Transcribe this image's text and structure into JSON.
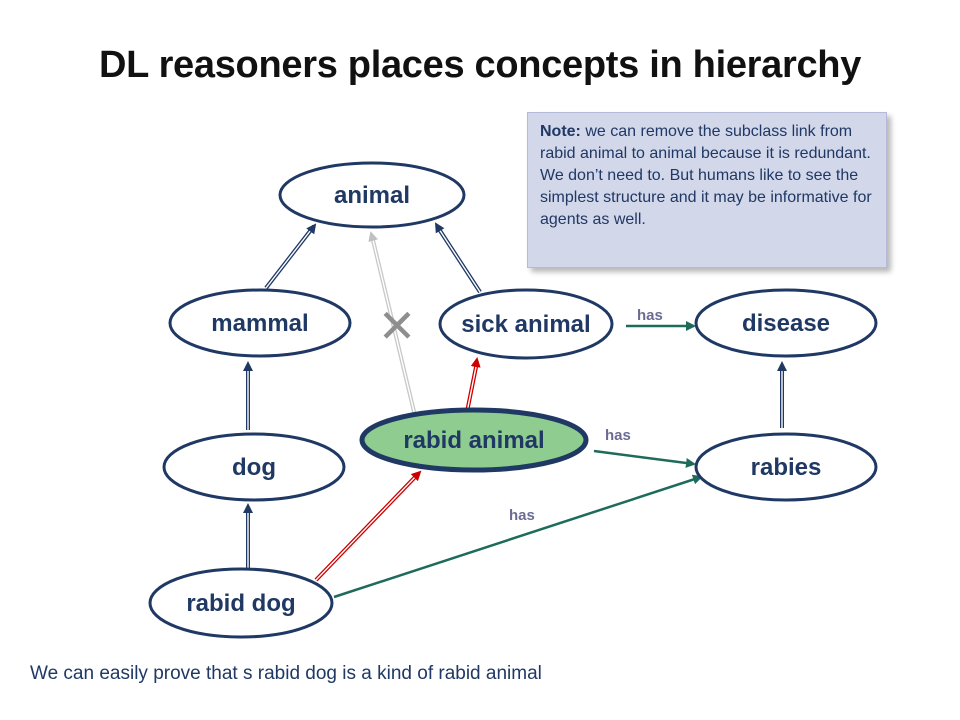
{
  "title": "DL reasoners places concepts in hierarchy",
  "note": {
    "label": "Note:",
    "text": "we can remove the subclass link from rabid animal to animal because it is redundant.  We don’t need to.  But humans like to see the simplest structure and it may be informative for agents as well."
  },
  "nodes": {
    "animal": "animal",
    "mammal": "mammal",
    "sick_animal": "sick animal",
    "disease": "disease",
    "rabid_animal": "rabid animal",
    "dog": "dog",
    "rabies": "rabies",
    "rabid_dog": "rabid dog"
  },
  "edge_labels": {
    "sick_animal_disease": "has",
    "rabid_animal_rabies": "has",
    "rabid_dog_rabies": "has"
  },
  "removed_mark": "✕",
  "caption": "We can easily prove that s rabid dog is a kind of rabid animal",
  "colors": {
    "navy": "#1f3864",
    "red": "#cc0000",
    "teal": "#1e6b5c",
    "gray": "#c8c8c8",
    "highlight_fill": "#8fcc8f",
    "note_fill": "#d3d7ea"
  }
}
